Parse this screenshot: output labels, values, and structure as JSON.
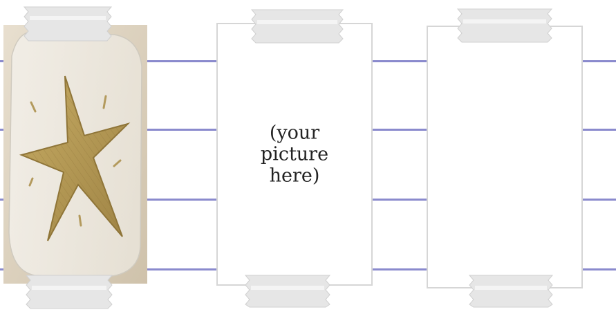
{
  "slots": [
    {
      "id": "example-photo",
      "kind": "photo",
      "subject": "star-shaped-stencil-image"
    },
    {
      "id": "placeholder-frame",
      "kind": "placeholder",
      "caption_lines": [
        "(your",
        "picture",
        "here)"
      ]
    },
    {
      "id": "blank-frame",
      "kind": "blank"
    }
  ],
  "colors": {
    "line": "#7d7dc8",
    "frame_border": "#d6d6d6",
    "photo_background": "#ddd2bf",
    "star_gold": "#b79a55",
    "tape": "#e6e6e6"
  }
}
